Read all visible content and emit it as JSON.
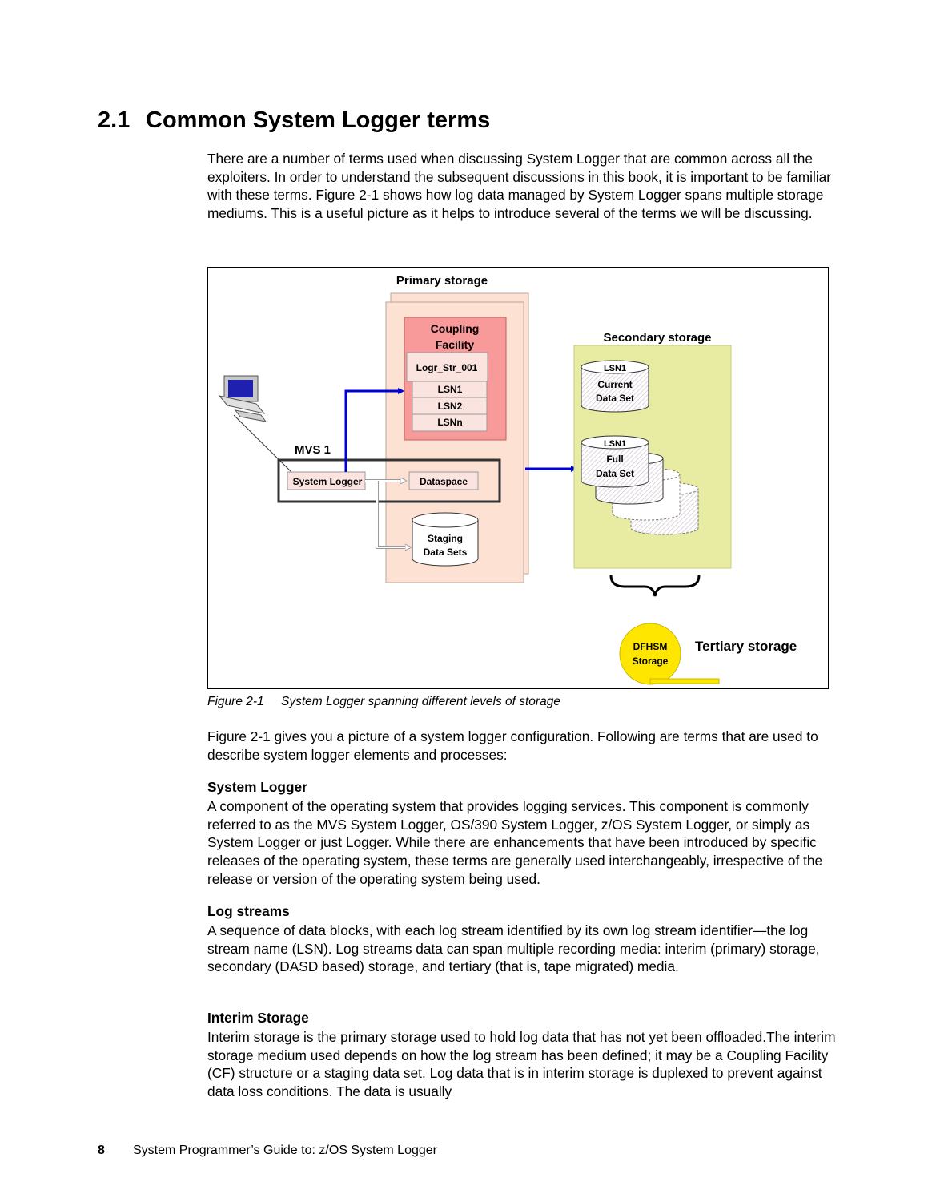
{
  "section": {
    "number": "2.1",
    "title": "Common System Logger terms"
  },
  "intro": "There are a number of terms used when discussing System Logger that are common across all the exploiters. In order to understand the subsequent discussions in this book, it is important to be familiar with these terms. Figure 2-1 shows how log data managed by System Logger spans multiple storage mediums. This is a useful picture as it helps to introduce several of the terms we will be discussing.",
  "figure": {
    "primary_storage": "Primary storage",
    "coupling_facility": [
      "Coupling",
      "Facility"
    ],
    "logr_structure": "Logr_Str_001",
    "cf_streams": [
      "LSN1",
      "LSN2",
      "LSNn"
    ],
    "mvs_label": "MVS 1",
    "system_logger": "System Logger",
    "dataspace": "Dataspace",
    "staging": [
      "Staging",
      "Data Sets"
    ],
    "secondary_storage": "Secondary storage",
    "current_lsn": "LSN1",
    "current_ds": [
      "Current",
      "Data Set"
    ],
    "full_lsn": "LSN1",
    "full_ds": [
      "Full",
      "Data Set"
    ],
    "dfhsm": [
      "DFHSM",
      "Storage"
    ],
    "tertiary_storage": "Tertiary storage",
    "colors": {
      "primary_bg": "#fde2d4",
      "cf_bg": "#f89a9a",
      "secondary_bg": "#e8eba2",
      "tape": "#ffe600",
      "arrow": "#0000d8"
    }
  },
  "caption": {
    "label": "Figure 2-1",
    "text": "System Logger spanning different levels of storage"
  },
  "after_figure": "Figure 2-1 gives you a picture of a system logger configuration. Following are terms that are used to describe system logger elements and processes:",
  "terms": [
    {
      "term": "System Logger",
      "definition": "A component of the operating system that provides logging services. This component is commonly referred to as the MVS System Logger, OS/390 System Logger, z/OS System Logger, or simply as System Logger or just Logger. While there are enhancements that have been introduced by specific releases of the operating system, these terms are generally used interchangeably, irrespective of the release or version of the operating system being used."
    },
    {
      "term": "Log streams",
      "definition": "A sequence of data blocks, with each log stream identified by its own log stream identifier—the log stream name (LSN). Log streams data can span multiple recording media: interim (primary) storage, secondary (DASD based) storage, and tertiary (that is, tape migrated) media."
    },
    {
      "term": "Interim Storage",
      "definition": "Interim storage is the primary storage used to hold log data that has not yet been offloaded.The interim storage medium used depends on how the log stream has been defined; it may be a Coupling Facility (CF) structure or a staging data set. Log data that is in interim storage is duplexed to prevent against data loss conditions. The data is usually"
    }
  ],
  "footer": {
    "page_number": "8",
    "book_title": "System Programmer’s Guide to: z/OS System Logger"
  }
}
